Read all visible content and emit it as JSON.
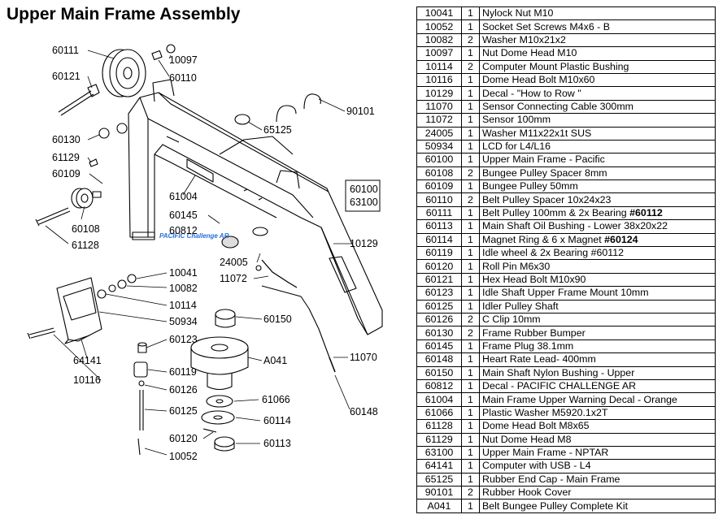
{
  "title": "Upper Main Frame Assembly",
  "brand_text": "PACIFIC Challenge AR",
  "frame_labels": {
    "a": "60100",
    "b": "63100"
  },
  "callouts": [
    {
      "id": "c60111",
      "text": "60111"
    },
    {
      "id": "c10097",
      "text": "10097"
    },
    {
      "id": "c60121",
      "text": "60121"
    },
    {
      "id": "c60110",
      "text": "60110"
    },
    {
      "id": "c90101",
      "text": "90101"
    },
    {
      "id": "c65125",
      "text": "65125"
    },
    {
      "id": "c60130",
      "text": "60130"
    },
    {
      "id": "c61129",
      "text": "61129"
    },
    {
      "id": "c60109",
      "text": "60109"
    },
    {
      "id": "c61004",
      "text": "61004"
    },
    {
      "id": "c60145",
      "text": "60145"
    },
    {
      "id": "c60812",
      "text": "60812"
    },
    {
      "id": "c60108",
      "text": "60108"
    },
    {
      "id": "c61128",
      "text": "61128"
    },
    {
      "id": "c10129",
      "text": "10129"
    },
    {
      "id": "c24005",
      "text": "24005"
    },
    {
      "id": "c10041",
      "text": "10041"
    },
    {
      "id": "c11072",
      "text": "11072"
    },
    {
      "id": "c10082",
      "text": "10082"
    },
    {
      "id": "c10114",
      "text": "10114"
    },
    {
      "id": "c50934",
      "text": "50934"
    },
    {
      "id": "c60150",
      "text": "60150"
    },
    {
      "id": "c64141",
      "text": "64141"
    },
    {
      "id": "c60123",
      "text": "60123"
    },
    {
      "id": "cA041",
      "text": "A041"
    },
    {
      "id": "c11070",
      "text": "11070"
    },
    {
      "id": "c60119",
      "text": "60119"
    },
    {
      "id": "c10116",
      "text": "10116"
    },
    {
      "id": "c60126",
      "text": "60126"
    },
    {
      "id": "c61066",
      "text": "61066"
    },
    {
      "id": "c60125",
      "text": "60125"
    },
    {
      "id": "c60114",
      "text": "60114"
    },
    {
      "id": "c60148",
      "text": "60148"
    },
    {
      "id": "c60120",
      "text": "60120"
    },
    {
      "id": "c60113",
      "text": "60113"
    },
    {
      "id": "c10052",
      "text": "10052"
    }
  ],
  "parts": [
    {
      "pn": "10041",
      "qty": "1",
      "desc": "Nylock Nut M10"
    },
    {
      "pn": "10052",
      "qty": "1",
      "desc": "Socket Set Screws  M4x6 - B"
    },
    {
      "pn": "10082",
      "qty": "2",
      "desc": "Washer M10x21x2"
    },
    {
      "pn": "10097",
      "qty": "1",
      "desc": "Nut Dome Head M10"
    },
    {
      "pn": "10114",
      "qty": "2",
      "desc": "Computer Mount Plastic Bushing"
    },
    {
      "pn": "10116",
      "qty": "1",
      "desc": "Dome Head Bolt M10x60"
    },
    {
      "pn": "10129",
      "qty": "1",
      "desc": "Decal - \"How to Row \""
    },
    {
      "pn": "11070",
      "qty": "1",
      "desc": "Sensor Connecting Cable 300mm"
    },
    {
      "pn": "11072",
      "qty": "1",
      "desc": "Sensor 100mm"
    },
    {
      "pn": "24005",
      "qty": "1",
      "desc": "Washer M11x22x1t  SUS"
    },
    {
      "pn": "50934",
      "qty": "1",
      "desc": "LCD for L4/L16"
    },
    {
      "pn": "60100",
      "qty": "1",
      "desc": "Upper Main Frame - Pacific"
    },
    {
      "pn": "60108",
      "qty": "2",
      "desc": "Bungee Pulley Spacer 8mm"
    },
    {
      "pn": "60109",
      "qty": "1",
      "desc": "Bungee Pulley 50mm"
    },
    {
      "pn": "60110",
      "qty": "2",
      "desc": "Belt Pulley Spacer 10x24x23"
    },
    {
      "pn": "60111",
      "qty": "1",
      "desc": "Belt Pulley 100mm & 2x Bearing ",
      "bold": "#60112"
    },
    {
      "pn": "60113",
      "qty": "1",
      "desc": "Main Shaft Oil Bushing - Lower 38x20x22"
    },
    {
      "pn": "60114",
      "qty": "1",
      "desc": "Magnet Ring & 6 x Magnet ",
      "bold": "#60124"
    },
    {
      "pn": "60119",
      "qty": "1",
      "desc": "Idle wheel & 2x Bearing #60112"
    },
    {
      "pn": "60120",
      "qty": "1",
      "desc": "Roll Pin M6x30"
    },
    {
      "pn": "60121",
      "qty": "1",
      "desc": "Hex Head Bolt M10x90"
    },
    {
      "pn": "60123",
      "qty": "1",
      "desc": "Idle Shaft Upper Frame Mount 10mm"
    },
    {
      "pn": "60125",
      "qty": "1",
      "desc": "Idler Pulley Shaft"
    },
    {
      "pn": "60126",
      "qty": "2",
      "desc": "C Clip 10mm"
    },
    {
      "pn": "60130",
      "qty": "2",
      "desc": "Frame Rubber Bumper"
    },
    {
      "pn": "60145",
      "qty": "1",
      "desc": "Frame Plug 38.1mm"
    },
    {
      "pn": "60148",
      "qty": "1",
      "desc": "Heart Rate Lead- 400mm"
    },
    {
      "pn": "60150",
      "qty": "1",
      "desc": "Main Shaft Nylon Bushing - Upper"
    },
    {
      "pn": "60812",
      "qty": "1",
      "desc": "Decal - PACIFIC CHALLENGE AR"
    },
    {
      "pn": "61004",
      "qty": "1",
      "desc": "Main Frame Upper Warning Decal - Orange"
    },
    {
      "pn": "61066",
      "qty": "1",
      "desc": "Plastic Washer M5920.1x2T"
    },
    {
      "pn": "61128",
      "qty": "1",
      "desc": "Dome Head Bolt M8x65"
    },
    {
      "pn": "61129",
      "qty": "1",
      "desc": "Nut Dome Head M8"
    },
    {
      "pn": "63100",
      "qty": "1",
      "desc": "Upper Main Frame - NPTAR"
    },
    {
      "pn": "64141",
      "qty": "1",
      "desc": "Computer with USB - L4"
    },
    {
      "pn": "65125",
      "qty": "1",
      "desc": "Rubber End Cap - Main Frame"
    },
    {
      "pn": "90101",
      "qty": "2",
      "desc": "Rubber Hook Cover"
    },
    {
      "pn": "A041",
      "qty": "1",
      "desc": "Belt Bungee Pulley Complete Kit"
    }
  ]
}
